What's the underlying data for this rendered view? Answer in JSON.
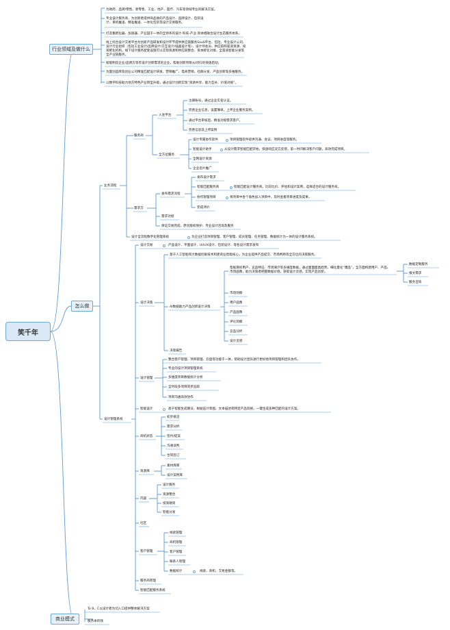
{
  "root": "笑千年",
  "industry": {
    "label": "行业领域及做什么",
    "items": [
      "为政府、品牌/零售、新零售、工业、地产、医疗、汽车等领域专业的解决方案。",
      "专业设计服务商，为创新者提供商品质的产品设计、品牌设计、包装设计、目机推送、精准推送、一体化包装等设计交易服务。",
      "打造集孵化器、加速器、产业园于一体的全领条的设计-科技-产业-资本相融合设计生态服务体系。",
      "线上综合设计交易平台为创新产品研发和设计环节提供供应链服务SaaS平台。包括，专业设计公司、设计行业组织（包括工业设计/品牌设计/交互设计/插画设计等）、设计师会员、供应链和渠道资源、投资孵化机构。线下设计服务配套设施可以实现资源和供应链整合、资本孵化对接，全渠道智能分发等全产业链服务。",
      "赋能制造企业/品牌方等有设计创新需求的企业，帮助创新项目从0到1的快速启动。",
      "为国创品牌及创业公司精准匹配设计研发、营销推广、电商营销、社群分发、产品创新等多维服务。",
      "以数字科技助力地方特色产业转型升级，通过设计创新实现“资源共享、能力互补、价值对接”。"
    ]
  },
  "how": {
    "label": "怎么做",
    "business": "业务流程",
    "service_provider": "服务商",
    "settle_platform": "入驻平台",
    "settle_items": [
      "注册账号，通过企业实名认证。",
      "完善企业信息，设置簿单，上传企业服务案例。",
      "通过平台审核后，精准对接需求客户。",
      "完善信息及上传案例"
    ],
    "all_service": "全方位服务",
    "all_items": [
      "设计专属协作软件",
      "智能设计助手",
      "全网设计资源",
      "企业名片推广"
    ],
    "all_notes": [
      "项目管理软件提供沟通、会议、项目进度等服务。",
      "从设计需求智能匹配开始，快速响应双方反馈，第一时间解决客户问题，高效完成项目。"
    ],
    "demander": "需求方",
    "publish_flow": "发布需求流程",
    "publish_items": [
      "发布设计需求",
      "智能匹配服务商",
      "协作管理项目",
      "完成评价"
    ],
    "publish_notes": [
      "智能匹配设计服务商。比较比价、评估和设计案例，选择适合的设计服务商。",
      "将项目中各个角色加入项目中，及时查看项目进度及成果。"
    ],
    "demand_items": [
      "需求对接",
      "保证交易完成、原创版权保护、专业设计咨询及服务"
    ],
    "digital_flow": "设计全流程数字化管理系统",
    "digital_note": "为企业打造项目管理、客户管理、成员管理、任务管理、数据统计为一体的设计服务系统。",
    "system": "设计管理系统",
    "trade": "设计交易",
    "trade_note": "产品设计、平面设计、UI/UX设计、包装设计、等各设计需求发布",
    "decision": "设计决策",
    "decision_note": "基于人工智能和大数据挖掘技术和建商业智能核心，为企业提供产品提交、市场判断等全方位的决策服务。",
    "ai_label": "AI数据助力产品创新设计决策",
    "ai_note": "帮据目标用户、竞品特征、市场潮汐等多维度数据，通过面面面类趋势，细化量化“爆品”，全方面构建用户、产品、市场画像，助力决策者把握数据价值，获取设计灵感，实现产品创新。",
    "ai_right": [
      "数据定制服务",
      "报文需求",
      "服务咨询"
    ],
    "ai_items": [
      "市场洞察",
      "用户画像",
      "产品画像",
      "评论洞察",
      "竞品分析",
      "设计灵感"
    ],
    "report": "决策报告",
    "mgmt": "设计管理",
    "mgmt_note": "整合客户管理、项目管理、云盘等功能于一体，帮助设计团队进行更好地项目管理和团队协作。",
    "mgmt_items": [
      "专业的设计项目管理系统",
      "多维度项目数据统计分析",
      "全时段多项目同步追踪",
      "项目沟通高效协作"
    ],
    "smart": "智能设计",
    "smart_note": "基于智能生成算法，根据设计草图、文本描述或特定产品风格，一键生成多种匹配的设计方案。",
    "biz": "商机状态",
    "biz_items": [
      "初步接洽",
      "需求分析",
      "签约/提案",
      "沟通谈判",
      "合同签订"
    ],
    "res": "资源库",
    "res_items": [
      "素材库库",
      "设计案例库"
    ],
    "content": "内容",
    "content_items": [
      "设计服务",
      "资源整合",
      "投资融资",
      "智能分发"
    ],
    "community": "社区",
    "customer": "客户管理",
    "customer_items": [
      "线索管理",
      "商机管理",
      "客户管理",
      "联系人管理",
      "数据统计"
    ],
    "customer_note": "线索、商机、交易金额等。",
    "serve_mgmt": "服务商管理",
    "match_sys": "智能匹配服务系统"
  },
  "commerce": {
    "label": "商业模式",
    "items": [
      "To B、C以设计者为切入口提供整体解决方案",
      "服务本的钱"
    ]
  }
}
